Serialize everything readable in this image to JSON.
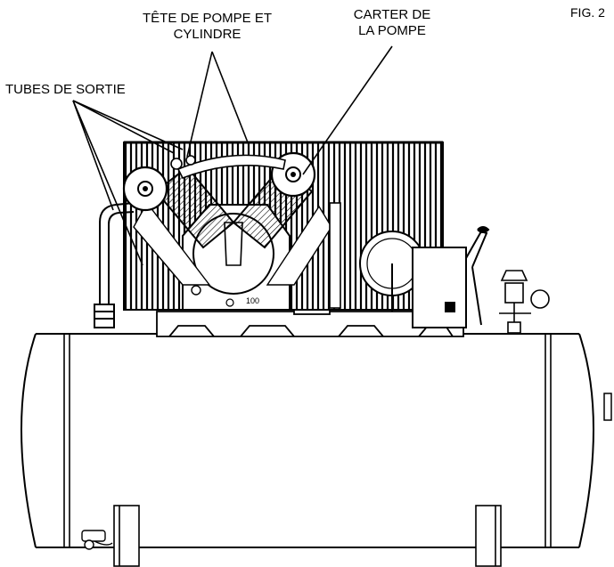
{
  "figure": {
    "number": "FIG. 2",
    "labels": {
      "pump_head": [
        "TÊTE DE POMPE ET",
        "CYLINDRE"
      ],
      "crankcase": [
        "CARTER DE",
        "LA POMPE"
      ],
      "outlet_tubes": "TUBES DE SORTIE"
    },
    "crankcase_marking": "100"
  }
}
